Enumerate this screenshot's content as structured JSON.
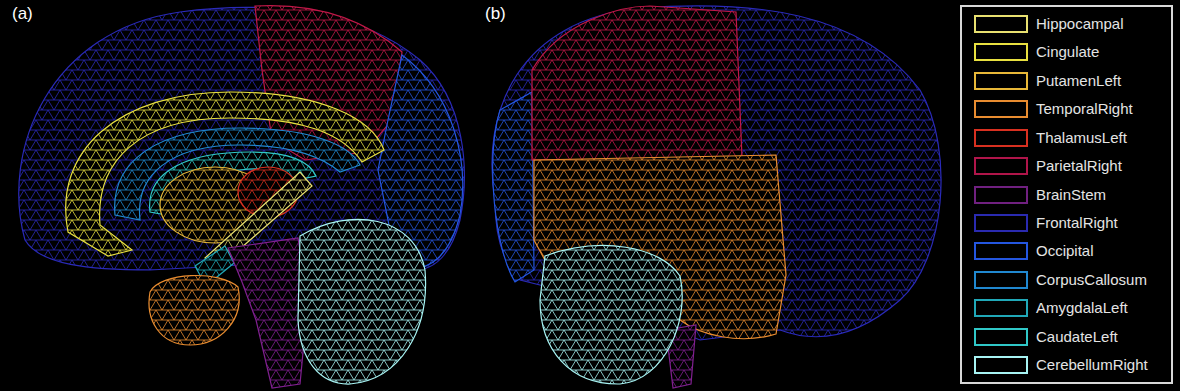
{
  "diagram": {
    "labels": [
      "(a)",
      "(b)"
    ],
    "legend": [
      {
        "text": "Hippocampal",
        "color": "#e8e070"
      },
      {
        "text": "Cingulate",
        "color": "#e8e040"
      },
      {
        "text": "PutamenLeft",
        "color": "#e8b838"
      },
      {
        "text": "TemporalRight",
        "color": "#e88c30"
      },
      {
        "text": "ThalamusLeft",
        "color": "#d83020"
      },
      {
        "text": "ParietalRight",
        "color": "#b0154a"
      },
      {
        "text": "BrainStem",
        "color": "#702080"
      },
      {
        "text": "FrontalRight",
        "color": "#2a2ab0"
      },
      {
        "text": "Occipital",
        "color": "#2456e0"
      },
      {
        "text": "CorpusCallosum",
        "color": "#2088d0"
      },
      {
        "text": "AmygdalaLeft",
        "color": "#20a8b8"
      },
      {
        "text": "CaudateLeft",
        "color": "#30c8c8"
      },
      {
        "text": "CerebellumRight",
        "color": "#a8f4f4"
      }
    ]
  }
}
